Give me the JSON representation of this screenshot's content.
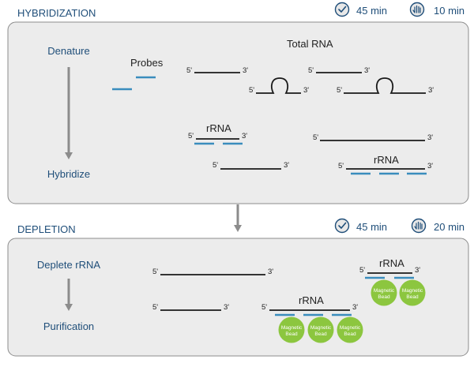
{
  "colors": {
    "panel_fill": "#ececec",
    "panel_border": "#8c8c8c",
    "title_text": "#1f4e79",
    "strand": "#1a1a1a",
    "probe": "#3a8dbd",
    "bead": "#8cc63f",
    "arrow": "#8c8c8c"
  },
  "hybridization": {
    "title": "HYBRIDIZATION",
    "timer_time": "45 min",
    "timer_hands_on": "10 min",
    "step_denature": "Denature",
    "step_hybridize": "Hybridize",
    "label_probes": "Probes",
    "label_total_rna": "Total RNA",
    "label_rrna_left": "rRNA",
    "label_rrna_right": "rRNA"
  },
  "depletion": {
    "title": "DEPLETION",
    "timer_time": "45 min",
    "timer_hands_on": "20 min",
    "step_deplete": "Deplete rRNA",
    "step_purification": "Purification",
    "label_rrna_middle": "rRNA",
    "label_rrna_right": "rRNA"
  },
  "strand_ends": {
    "five": "5'",
    "three": "3'"
  },
  "bead_label_line1": "Magnetic",
  "bead_label_line2": "Bead",
  "icons": {
    "clock": "clock-icon",
    "hand": "hand-icon"
  }
}
